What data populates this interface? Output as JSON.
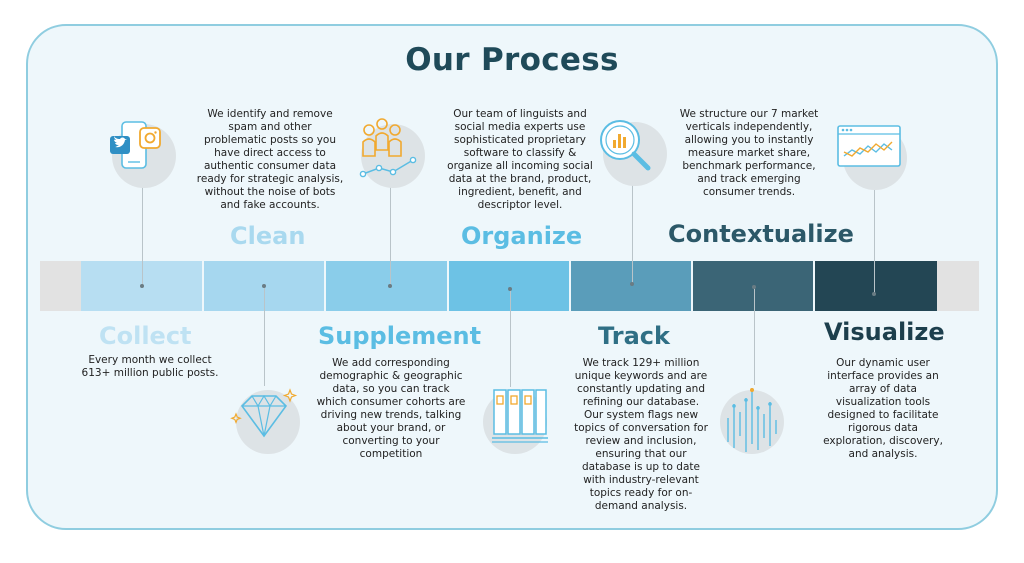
{
  "title": "Our Process",
  "colors": {
    "frame_border": "#8fcde0",
    "frame_bg": "#eef7fb",
    "title": "#1f4a59",
    "band_end": "#e2e2e2",
    "segments": [
      "#b7def2",
      "#a6d7ef",
      "#8acdea",
      "#6dc2e5",
      "#5a9dba",
      "#3b6576",
      "#234654"
    ]
  },
  "stages": [
    {
      "title": "Collect",
      "title_color": "#bfe2f3",
      "icon": "social-phone-icon",
      "description": [
        "Every month we collect",
        "613+ million public posts."
      ]
    },
    {
      "title": "Clean",
      "title_color": "#a9d9ef",
      "icon": "diamond-icon",
      "description": [
        "We identify and remove",
        "spam and other",
        "problematic posts so you",
        "have direct access to",
        "authentic consumer data",
        "ready for strategic analysis,",
        "without the noise of bots",
        "and fake accounts."
      ]
    },
    {
      "title": "Supplement",
      "title_color": "#5bbde3",
      "icon": "people-network-icon",
      "description": [
        "We add corresponding",
        "demographic & geographic",
        "data, so you can track",
        "which consumer cohorts are",
        "driving new trends, talking",
        "about your brand, or",
        "converting to your",
        "competition"
      ]
    },
    {
      "title": "Organize",
      "title_color": "#5bbde3",
      "icon": "binders-icon",
      "description": [
        "Our team of linguists and",
        "social media experts use",
        "sophisticated proprietary",
        "software to classify &",
        "organize all incoming social",
        "data at the brand, product,",
        "ingredient, benefit, and",
        "descriptor level."
      ]
    },
    {
      "title": "Track",
      "title_color": "#2f6f85",
      "icon": "magnifier-icon",
      "description": [
        "We track 129+ million",
        "unique keywords and are",
        "constantly updating and",
        "refining our database.",
        "Our system flags new",
        "topics of conversation for",
        "review and inclusion,",
        "ensuring that our",
        "database is up to date",
        "with industry-relevant",
        "topics ready for on-",
        "demand analysis."
      ]
    },
    {
      "title": "Contextualize",
      "title_color": "#2c5868",
      "icon": "bar-lines-icon",
      "description": [
        "We structure our 7 market",
        "verticals independently,",
        "allowing you to instantly",
        "measure market share,",
        "benchmark performance,",
        "and track emerging",
        "consumer trends."
      ]
    },
    {
      "title": "Visualize",
      "title_color": "#1d3f4d",
      "icon": "browser-chart-icon",
      "description": [
        "Our dynamic user",
        "interface provides an",
        "array of data",
        "visualization tools",
        "designed to facilitate",
        "rigorous data",
        "exploration, discovery,",
        "and analysis."
      ]
    }
  ]
}
